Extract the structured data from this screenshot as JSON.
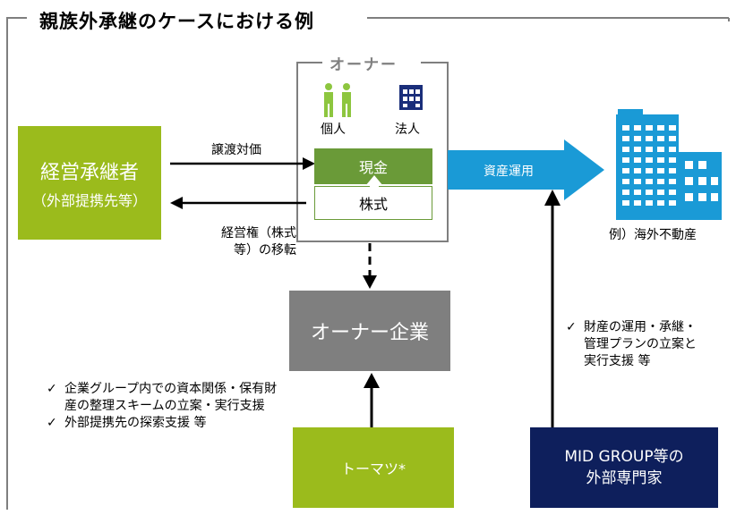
{
  "title": "親族外承継のケースにおける例",
  "owner": {
    "title": "オーナー",
    "individual": "個人",
    "corporation": "法人",
    "cash": "現金",
    "stock": "株式"
  },
  "successor": {
    "line1": "経営承継者",
    "line2": "（外部提携先等）"
  },
  "transfer_price": "譲渡対価",
  "management_rights": {
    "line1": "経営権（株式",
    "line2": "等）の移転"
  },
  "asset_management": "資産運用",
  "example_label": "例）海外不動産",
  "owner_company": "オーナー企業",
  "tohmatsu": "トーマツ*",
  "mid_group": {
    "line1": "MID GROUP等の",
    "line2": "外部専門家"
  },
  "notes_left": {
    "check": "✓",
    "item1_line1": "企業グループ内での資本関係・保有財",
    "item1_line2": "産の整理スキームの立案・実行支援",
    "item2": "外部提携先の探索支援 等"
  },
  "notes_right": {
    "check": "✓",
    "line1": "財産の運用・承継・",
    "line2": "管理プランの立案と",
    "line3": "実行支援 等"
  },
  "colors": {
    "green": "#9bbb1c",
    "dark_green": "#6a9a38",
    "gray": "#7f7f7f",
    "navy": "#0e1f5c",
    "blue": "#1a9ad6"
  },
  "icons": [
    "person-pair-icon",
    "building-icon",
    "skyscraper-icon"
  ]
}
